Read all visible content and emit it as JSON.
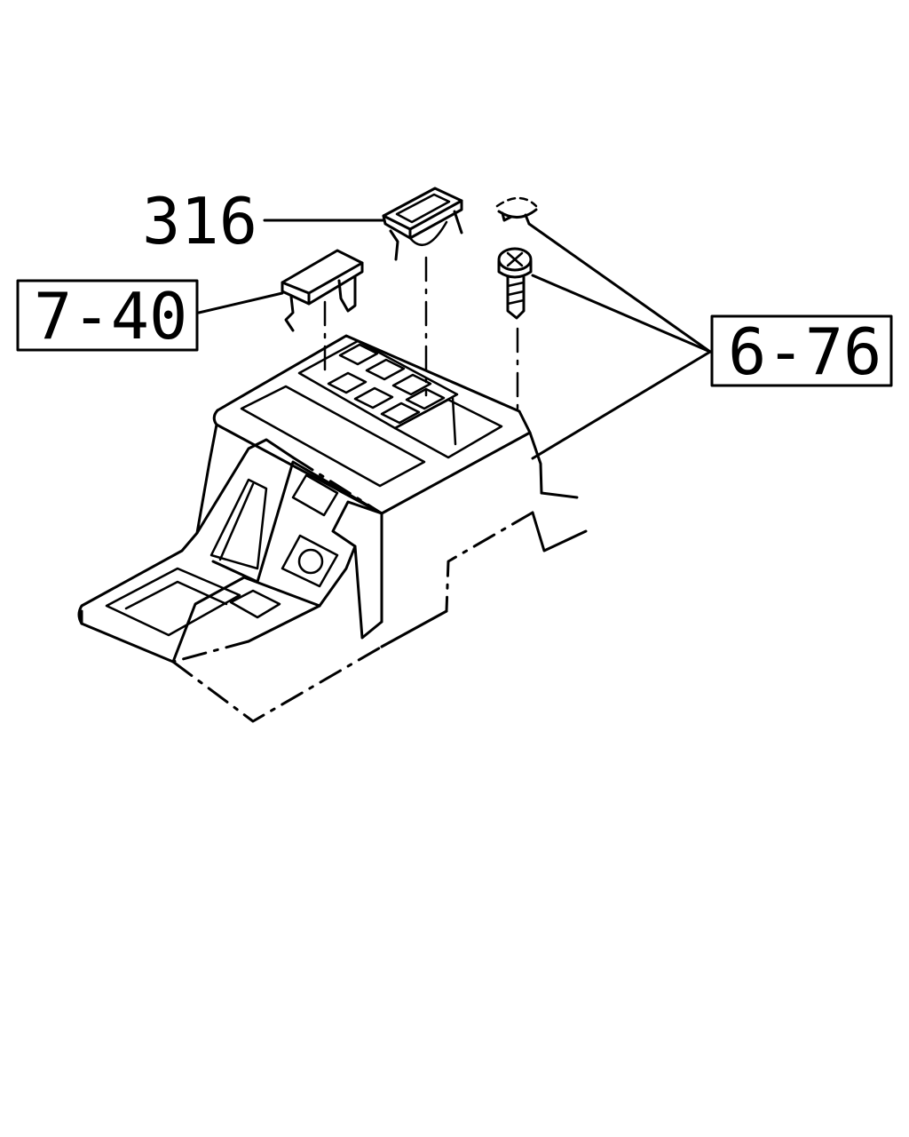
{
  "callouts": {
    "part_316": {
      "label": "316"
    },
    "ref_7_40": {
      "label": "7-40"
    },
    "ref_6_76": {
      "label": "6-76"
    }
  },
  "colors": {
    "ink": "#000000",
    "background": "#ffffff"
  }
}
